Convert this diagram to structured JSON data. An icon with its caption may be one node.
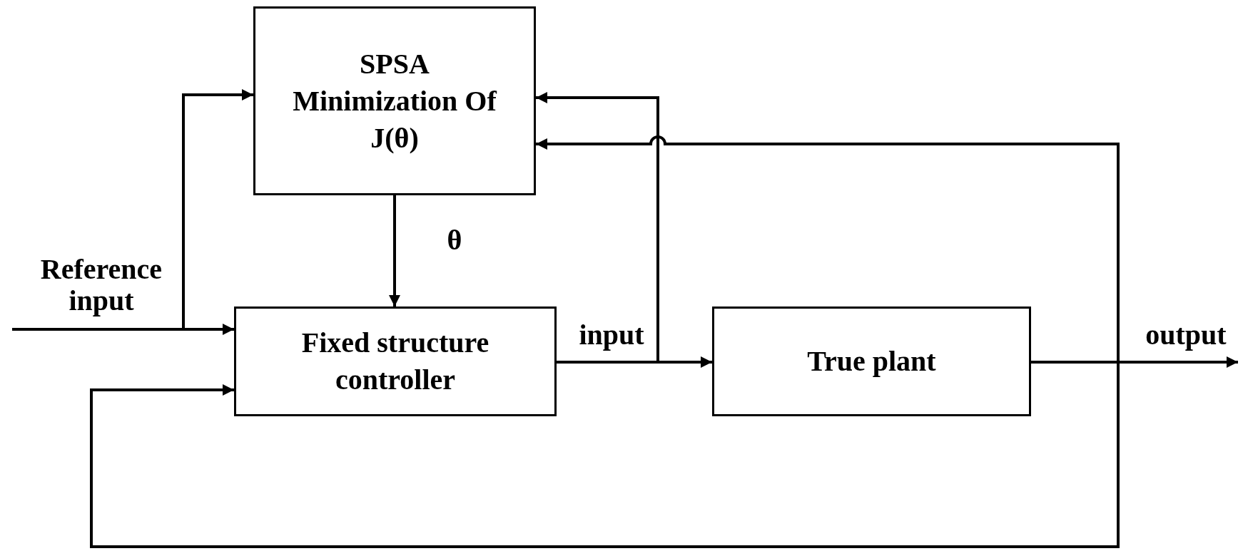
{
  "diagram": {
    "nodes": [
      {
        "text": [
          "SPSA Minimization Of J(θ)"
        ]
      },
      {
        "text": [
          "Fixed structure controller"
        ]
      },
      {
        "text": [
          "True plant"
        ]
      }
    ],
    "edges": [
      {
        "from": null,
        "to": 1,
        "arrow": "to",
        "label": "Reference input"
      },
      {
        "from": null,
        "to": 0,
        "arrow": "to"
      },
      {
        "from": 0,
        "to": 1,
        "arrow": "to",
        "label": "θ"
      },
      {
        "from": 1,
        "to": 2,
        "arrow": "to",
        "label": "input"
      },
      {
        "from": 1,
        "to": 0,
        "arrow": "to"
      },
      {
        "from": 2,
        "to": null,
        "arrow": "to",
        "label": "output"
      },
      {
        "from": 2,
        "to": 0,
        "arrow": "to"
      },
      {
        "from": 2,
        "to": 1,
        "arrow": "to"
      }
    ]
  }
}
